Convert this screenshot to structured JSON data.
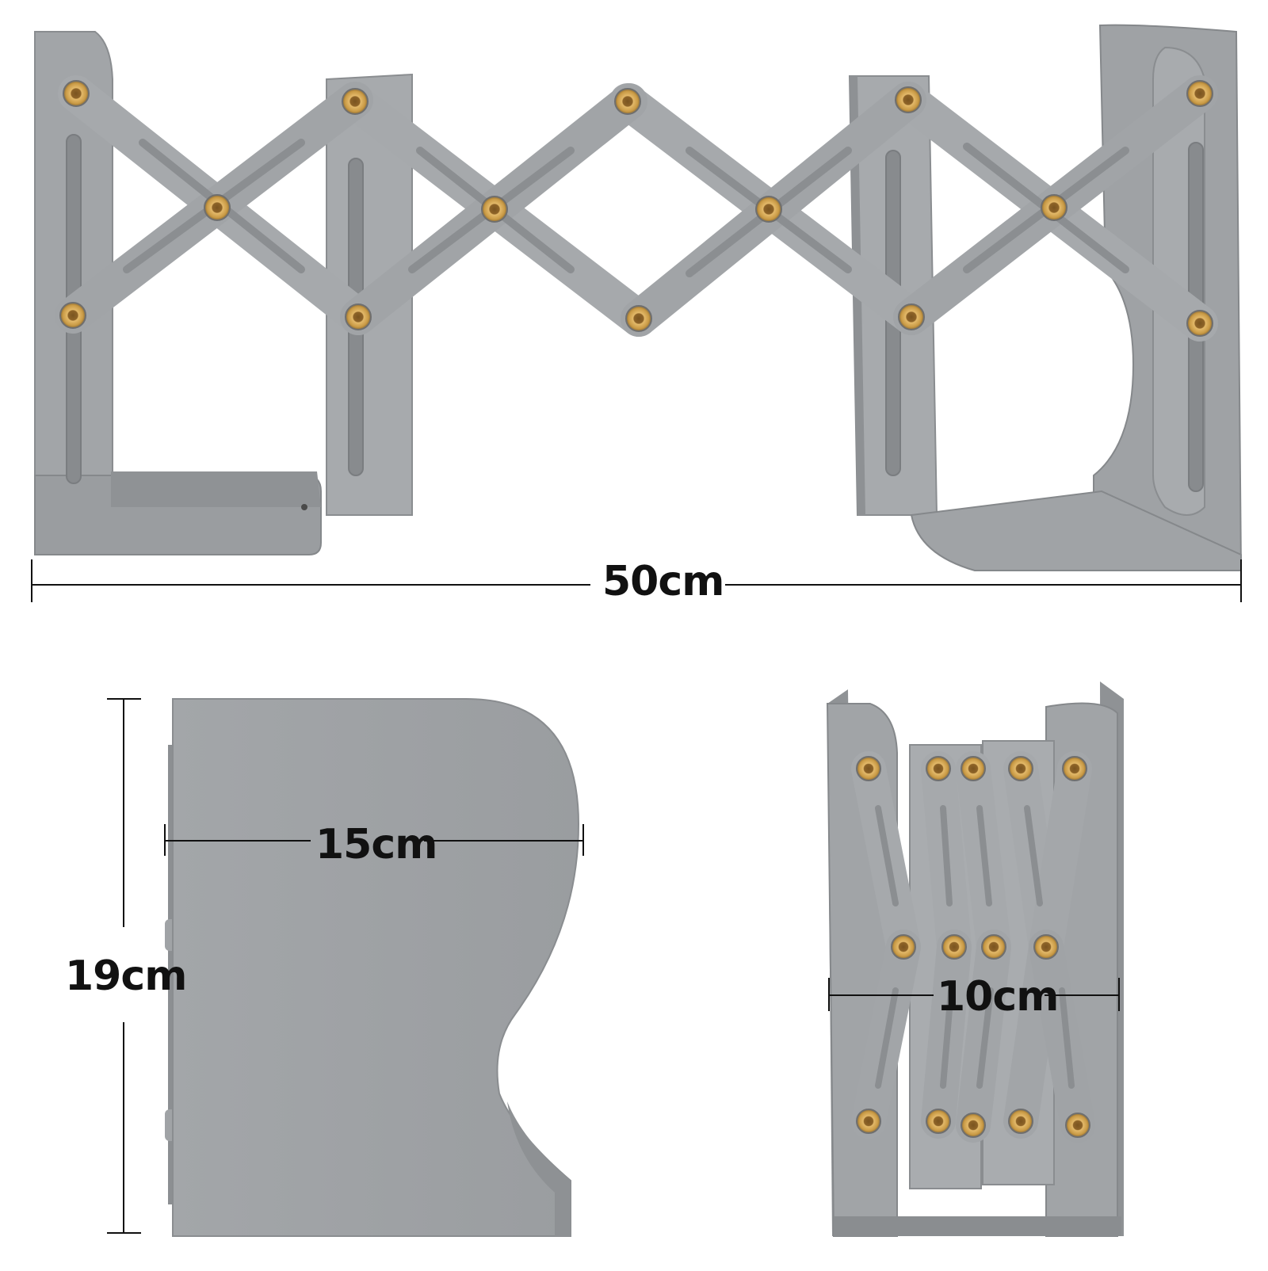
{
  "dimensions": {
    "extended_width": "50cm",
    "single_width": "15cm",
    "single_height": "19cm",
    "collapsed_width": "10cm"
  },
  "colors": {
    "metal": "#9ea1a4",
    "metal_shadow": "#85888b",
    "metal_light": "#b4b7ba",
    "rivet": "#c99a45",
    "rivet_inner": "#7a5420",
    "line": "#111111",
    "background": "#ffffff"
  }
}
